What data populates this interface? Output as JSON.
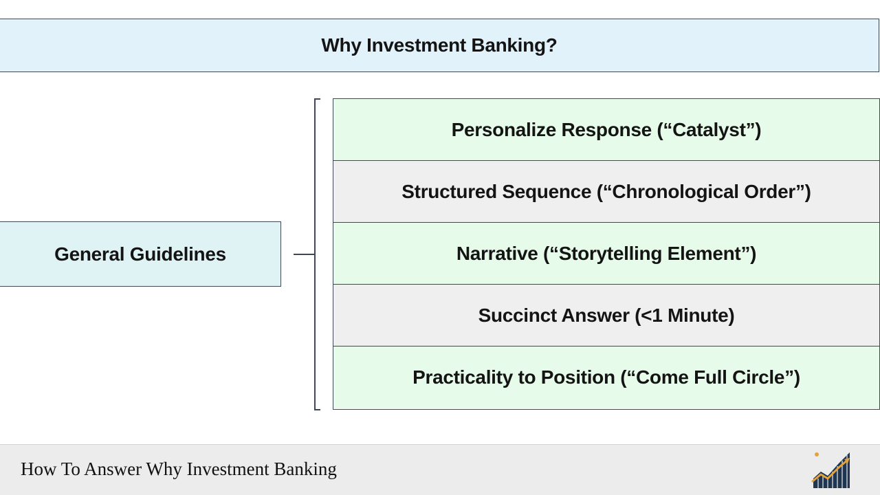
{
  "title": "Why Investment Banking?",
  "root_node": {
    "label": "General Guidelines"
  },
  "guidelines": [
    {
      "label": "Personalize Response (“Catalyst”)"
    },
    {
      "label": "Structured Sequence (“Chronological Order”)"
    },
    {
      "label": "Narrative (“Storytelling Element”)"
    },
    {
      "label": "Succinct Answer (<1 Minute)"
    },
    {
      "label": "Practicality to Position (“Come Full Circle”)"
    }
  ],
  "footer": {
    "caption": "How To Answer Why Investment Banking",
    "logo_icon": "growth-chart-logo-icon"
  },
  "colors": {
    "title_bg": "#e1f2fb",
    "root_bg": "#e0f3f4",
    "item_green_bg": "#e6fbe9",
    "item_gray_bg": "#efefef",
    "border": "#3d4755",
    "footer_bg": "#ececec"
  }
}
